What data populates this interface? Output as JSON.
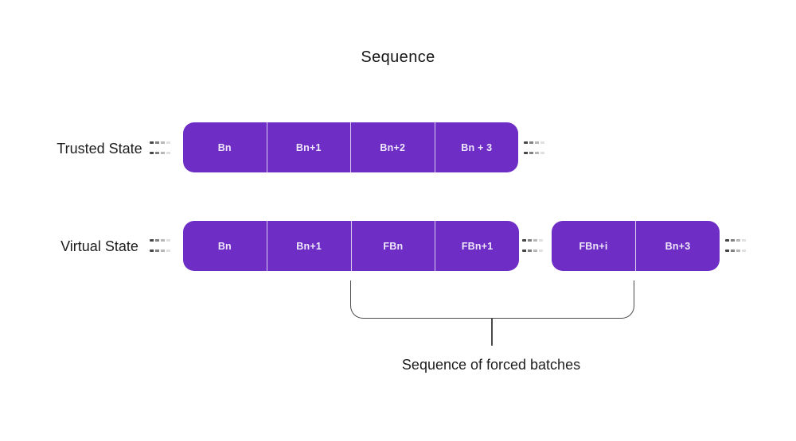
{
  "title": "Sequence",
  "rows": [
    {
      "label": "Trusted State",
      "groups": [
        {
          "blocks": [
            "Bn",
            "Bn+1",
            "Bn+2",
            "Bn + 3"
          ]
        }
      ]
    },
    {
      "label": "Virtual State",
      "groups": [
        {
          "blocks": [
            "Bn",
            "Bn+1",
            "FBn",
            "FBn+1"
          ]
        },
        {
          "blocks": [
            "FBn+i",
            "Bn+3"
          ]
        }
      ]
    }
  ],
  "caption": "Sequence of forced batches",
  "colors": {
    "background": "#FFFFFF",
    "block_fill": "#6E2EC6",
    "block_text": "#EFE8FB",
    "block_divider": "#FFFFFF",
    "bracket": "#4A4A4A",
    "label_text": "#1D1D1F",
    "dash": "#2D2D2D"
  },
  "icons": {
    "connector": "double-dashed-line-icon"
  }
}
